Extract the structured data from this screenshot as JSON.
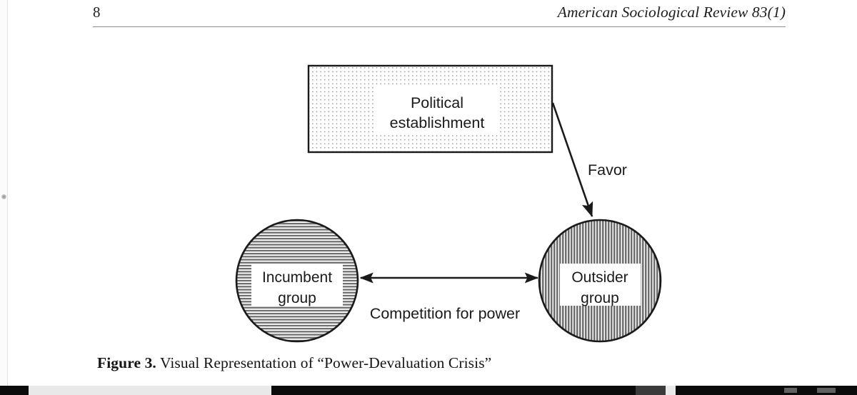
{
  "viewer": {
    "page_marker_icon": "page-position-marker"
  },
  "document": {
    "running_head": {
      "folio": "8",
      "journal": "American Sociological Review 83(1)"
    },
    "caption": {
      "label": "Figure 3.",
      "text": " Visual Representation of “Power-Devaluation Crisis”"
    }
  },
  "figure": {
    "nodes": [
      {
        "id": "political-establishment",
        "shape": "rectangle",
        "fill_pattern": "dots",
        "line1": "Political",
        "line2": "establishment"
      },
      {
        "id": "incumbent-group",
        "shape": "circle",
        "fill_pattern": "horizontal-lines",
        "line1": "Incumbent",
        "line2": "group"
      },
      {
        "id": "outsider-group",
        "shape": "circle",
        "fill_pattern": "vertical-lines",
        "line1": "Outsider",
        "line2": "group"
      }
    ],
    "edges": [
      {
        "id": "favor-arrow",
        "label": "Favor",
        "from": "political-establishment",
        "to": "outsider-group",
        "arrowheads": "single"
      },
      {
        "id": "competition-arrow",
        "label": "Competition for power",
        "from": "incumbent-group",
        "to": "outsider-group",
        "arrowheads": "double"
      }
    ],
    "colors": {
      "stroke": "#1a1a1a",
      "hatch": "#6e6e6e",
      "dot": "#8a8a8a",
      "label_bg": "#ffffff",
      "text": "#1a1a1a"
    }
  }
}
